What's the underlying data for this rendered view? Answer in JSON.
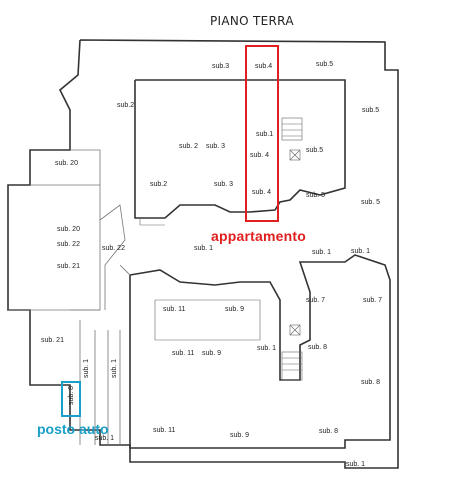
{
  "title": "PIANO TERRA",
  "highlights": {
    "apartment_caption": "appartamento",
    "apartment_color": "#e0201e",
    "parking_caption": "posto auto",
    "parking_color": "#1aa0c8"
  },
  "labels": {
    "top_left_sub3": "sub.3",
    "top_sub4": "sub.4",
    "top_sub5": "sub.5",
    "left_sub2": "sub.2",
    "right_sub5": "sub.5",
    "center_sub1": "sub.1",
    "center_sub4a": "sub. 4",
    "stair_sub5": "sub.5",
    "center_sub4b": "sub. 4",
    "stair_sub5b": "sub. 5",
    "right_sub5b": "sub. 5",
    "room_sub2": "sub. 2",
    "room_sub3": "sub. 3",
    "room_sub2b": "sub.2",
    "room_sub3b": "sub. 3",
    "left_sub20": "sub. 20",
    "left_sub20b": "sub. 20",
    "left_sub22": "sub. 22",
    "left_sub22b": "sub. 22",
    "left_sub21": "sub. 21",
    "mid_sub1": "sub. 1",
    "right_sub1a": "sub. 1",
    "right_sub1b": "sub. 1",
    "right_sub7": "sub. 7",
    "right_sub7b": "sub. 7",
    "mid_sub11": "sub. 11",
    "mid_sub9": "sub. 9",
    "stair_sub1": "sub. 1",
    "stair_sub8": "sub. 8",
    "room_sub11": "sub. 11",
    "room_sub9": "sub. 9",
    "left_sub21b": "sub. 21",
    "ramp_sub1a": "sub. 1",
    "ramp_sub1b": "sub. 1",
    "parking_sub": "sub. 8",
    "right_sub8": "sub. 8",
    "bottom_sub11": "sub. 11",
    "bottom_sub9": "sub. 9",
    "bottom_sub8": "sub. 8",
    "bottom_sub1": "sub. 1",
    "bottom_left_sub1": "sub. 1"
  }
}
